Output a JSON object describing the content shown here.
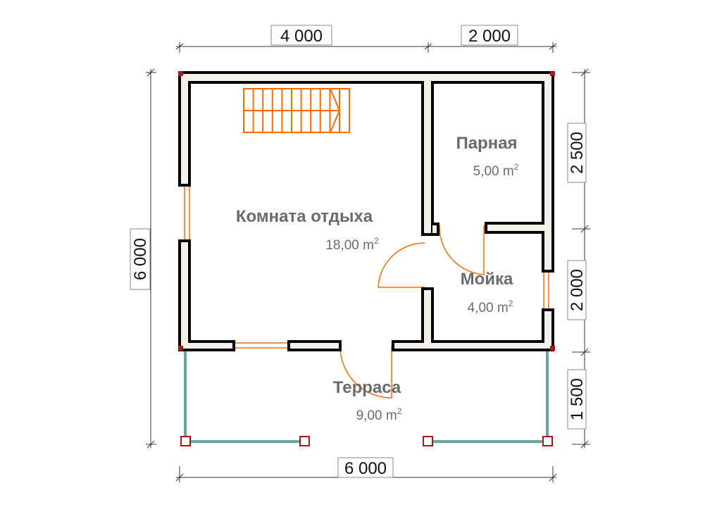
{
  "dimensions": {
    "top_left": "4 000",
    "top_right": "2 000",
    "left": "6 000",
    "right_top": "2 500",
    "right_middle": "2 000",
    "right_bottom": "1 500",
    "bottom": "6 000"
  },
  "rooms": [
    {
      "name": "Комната отдыха",
      "area": "18,00 m",
      "unit_exp": "2"
    },
    {
      "name": "Парная",
      "area": "5,00 m",
      "unit_exp": "2"
    },
    {
      "name": "Мойка",
      "area": "4,00 m",
      "unit_exp": "2"
    },
    {
      "name": "Терраса",
      "area": "9,00 m",
      "unit_exp": "2"
    }
  ],
  "colors": {
    "wall_fill": "#f3f1e9",
    "wall_stroke": "#000000",
    "door": "#ff6a00",
    "corner": "#b31212",
    "railing": "#5fa8a8"
  }
}
